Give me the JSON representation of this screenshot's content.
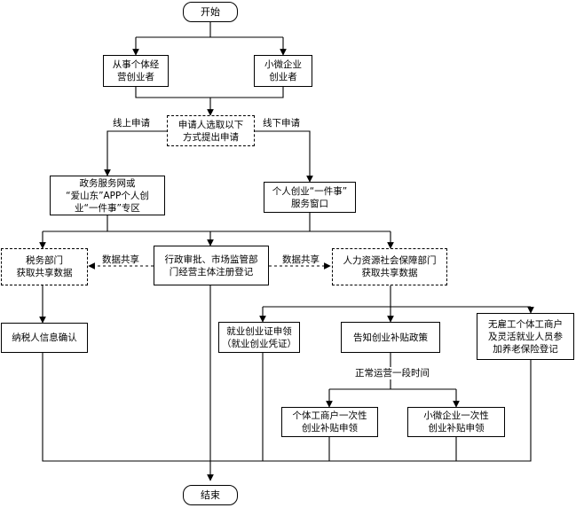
{
  "diagram": {
    "nodes": {
      "start": [
        "开始"
      ],
      "individual": [
        "从事个体经",
        "营创业者"
      ],
      "micro": [
        "小微企业",
        "创业者"
      ],
      "choose": [
        "申请人选取以下",
        "方式提出申请"
      ],
      "online": [
        "政务服务网或",
        "“爱山东”APP个人创",
        "业“一件事”专区"
      ],
      "offline": [
        "个人创业“一件事”",
        "服务窗口"
      ],
      "tax": [
        "税务部门",
        "获取共享数据"
      ],
      "admin": [
        "行政审批、市场监管部",
        "门经营主体注册登记"
      ],
      "hr": [
        "人力资源社会保障部门",
        "获取共享数据"
      ],
      "taxpayer": [
        "纳税人信息确认"
      ],
      "employ": [
        "就业创业证申领",
        "（就业创业凭证）"
      ],
      "subsidy": [
        "告知创业补贴政策"
      ],
      "pension": [
        "无雇工个体工商户",
        "及灵活就业人员参",
        "加养老保险登记"
      ],
      "ind_subsidy": [
        "个体工商户一次性",
        "创业补贴申领"
      ],
      "micro_subsidy": [
        "小微企业一次性",
        "创业补贴申领"
      ],
      "end": [
        "结束"
      ]
    },
    "edge_labels": {
      "online_label": "线上申请",
      "offline_label": "线下申请",
      "share_left": "数据共享",
      "share_right": "数据共享",
      "period": "正常运营一段时间"
    }
  }
}
